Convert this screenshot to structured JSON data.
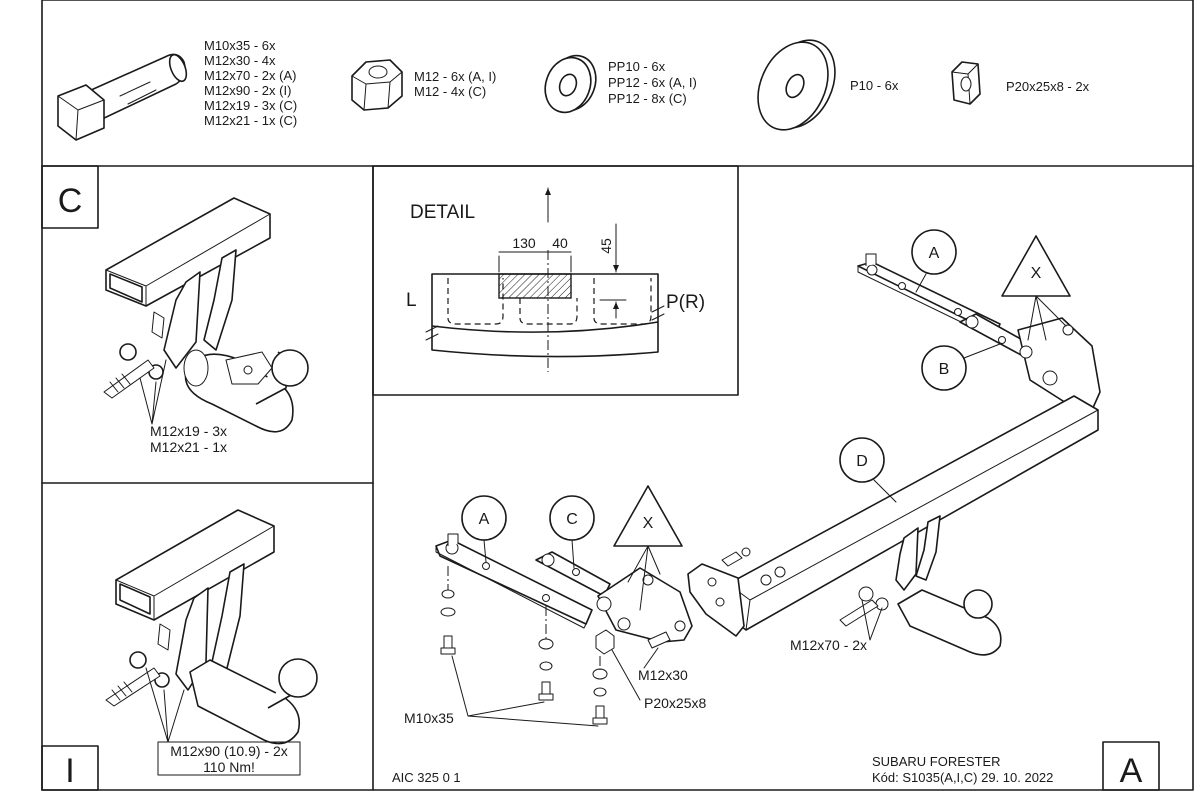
{
  "hardware": {
    "bolt_specs": [
      "M10x35 - 6x",
      "M12x30 - 4x",
      "M12x70 - 2x (A)",
      "M12x90 - 2x (I)",
      "M12x19 - 3x (C)",
      "M12x21 - 1x (C)"
    ],
    "nut_specs": [
      "M12 - 6x (A, I)",
      "M12 - 4x (C)"
    ],
    "washer_specs": [
      "PP10 - 6x",
      "PP12 - 6x (A, I)",
      "PP12 - 8x (C)"
    ],
    "large_washer_spec": "P10 - 6x",
    "square_plate_spec": "P20x25x8 - 2x"
  },
  "panel_c": {
    "letter": "C",
    "bolt_lines": [
      "M12x19 - 3x",
      "M12x21 - 1x"
    ]
  },
  "panel_i": {
    "letter": "I",
    "bolt_lines": [
      "M12x90 (10.9) - 2x",
      "110 Nm!"
    ]
  },
  "detail": {
    "title": "DETAIL",
    "dim_130": "130",
    "dim_40": "40",
    "dim_45": "45",
    "left_label": "L",
    "right_label": "P(R)"
  },
  "main": {
    "letter": "A",
    "callouts": [
      "A",
      "B",
      "D",
      "A",
      "C"
    ],
    "warning_symbol": "X",
    "bolt_label_m12x70": "M12x70 - 2x",
    "bolt_label_m12x30": "M12x30",
    "plate_label": "P20x25x8",
    "bolt_label_m10x35": "M10x35",
    "car_model": "SUBARU FORESTER",
    "code_line": "Kód: S1035(A,I,C)  29. 10. 2022",
    "drawing_number": "AIC 325 0 1"
  }
}
